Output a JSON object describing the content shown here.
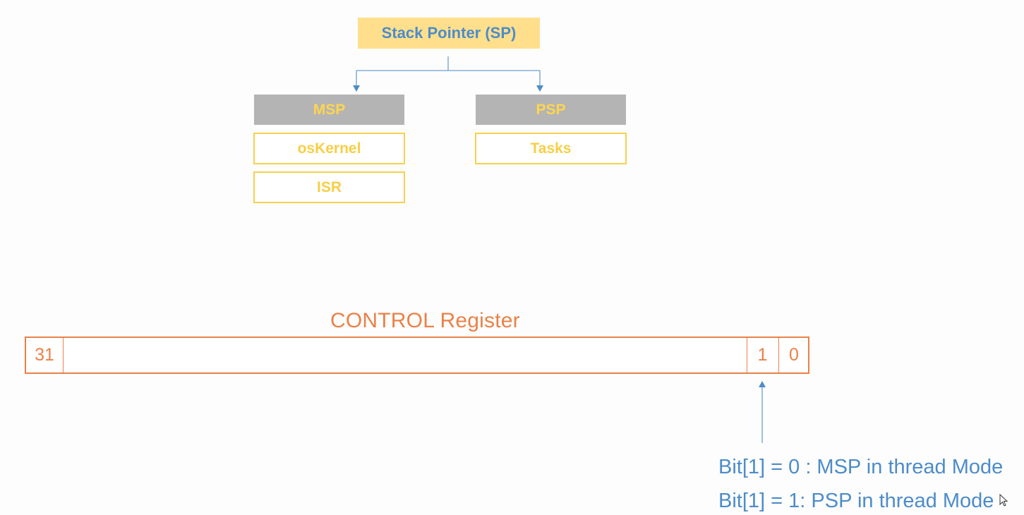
{
  "stack_pointer": {
    "title": "Stack Pointer (SP)",
    "left": {
      "header": "MSP",
      "items": [
        "osKernel",
        "ISR"
      ]
    },
    "right": {
      "header": "PSP",
      "items": [
        "Tasks"
      ]
    }
  },
  "control_register": {
    "title": "CONTROL Register",
    "bit_high": "31",
    "bit_1": "1",
    "bit_0": "0"
  },
  "notes": [
    "Bit[1] = 0 : MSP in thread Mode",
    "Bit[1] = 1: PSP in thread Mode"
  ],
  "colors": {
    "blue": "#4d8cc9",
    "yellow": "#f7d04e",
    "gray": "#b4b4b4",
    "orange": "#ea8148"
  }
}
